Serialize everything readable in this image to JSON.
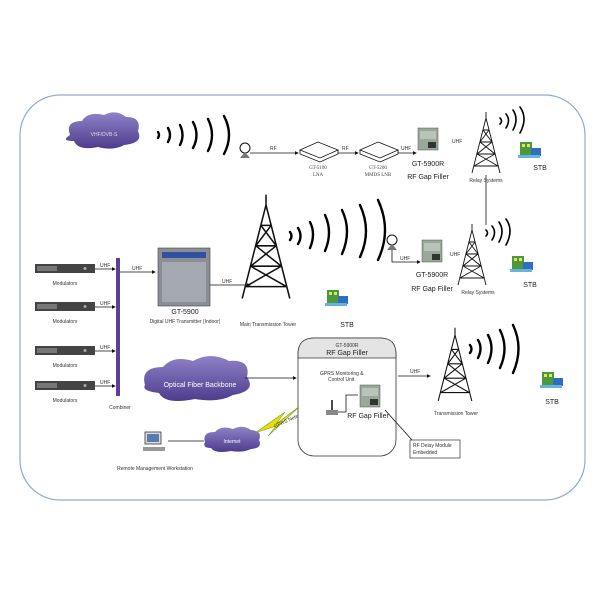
{
  "colors": {
    "border": "#8fa9d6",
    "cloud": "#6b5aa8",
    "combiner": "#5b3f9a",
    "device": "#9aa89a",
    "gprs_bolt": "#e8e000"
  },
  "top_row": {
    "cloud_label": "VHF/DVB-S",
    "rf_label_1": "RF",
    "lna_model": "GT-5100",
    "lna_name": "LNA",
    "rf_label_2": "RF",
    "lnb_model": "GT-5200",
    "lnb_name": "MMDS LNB",
    "uhf_label": "UHF",
    "gap_filler_model": "GT-5900R",
    "gap_filler_name": "RF Gap Filler",
    "uhf_out_label": "UHF",
    "relay_label": "Relay Systems",
    "stb_label": "STB"
  },
  "middle_row": {
    "tower_label": "Main Transmission Tower",
    "stb_label": "STB",
    "uhf_label": "UHF",
    "gap_filler_model": "GT-5900R",
    "gap_filler_name": "RF Gap Filler",
    "uhf_out_label": "UHF",
    "relay_label": "Relay Systems",
    "stb_right_label": "STB"
  },
  "headend": {
    "modulators": [
      {
        "label": "Modulators",
        "uhf": "UHF"
      },
      {
        "label": "Modulators",
        "uhf": "UHF"
      },
      {
        "label": "Modulators",
        "uhf": "UHF"
      },
      {
        "label": "Modulators",
        "uhf": "UHF"
      }
    ],
    "combiner_label": "Combiner",
    "combiner_uhf": "UHF",
    "transmitter_model": "GT-5900",
    "transmitter_name": "Digital UHF Transmitter (Indoor)",
    "transmitter_uhf": "UHF"
  },
  "bottom": {
    "fiber_label": "Optical Fiber Backbone",
    "internet_label": "Internet",
    "workstation_label": "Remote Management Workstation",
    "gprs_label": "GPRS Network",
    "box_model": "GT-5900R",
    "box_name": "RF Gap Filler",
    "monitor_label_1": "GPRS Monitoring &",
    "monitor_label_2": "Control Unit",
    "inner_gap_filler": "RF Gap Filler",
    "delay_label_1": "RF Delay Module",
    "delay_label_2": "Embedded",
    "uhf_label": "UHF",
    "tower_label": "Transmission Tower",
    "stb_label": "STB"
  }
}
